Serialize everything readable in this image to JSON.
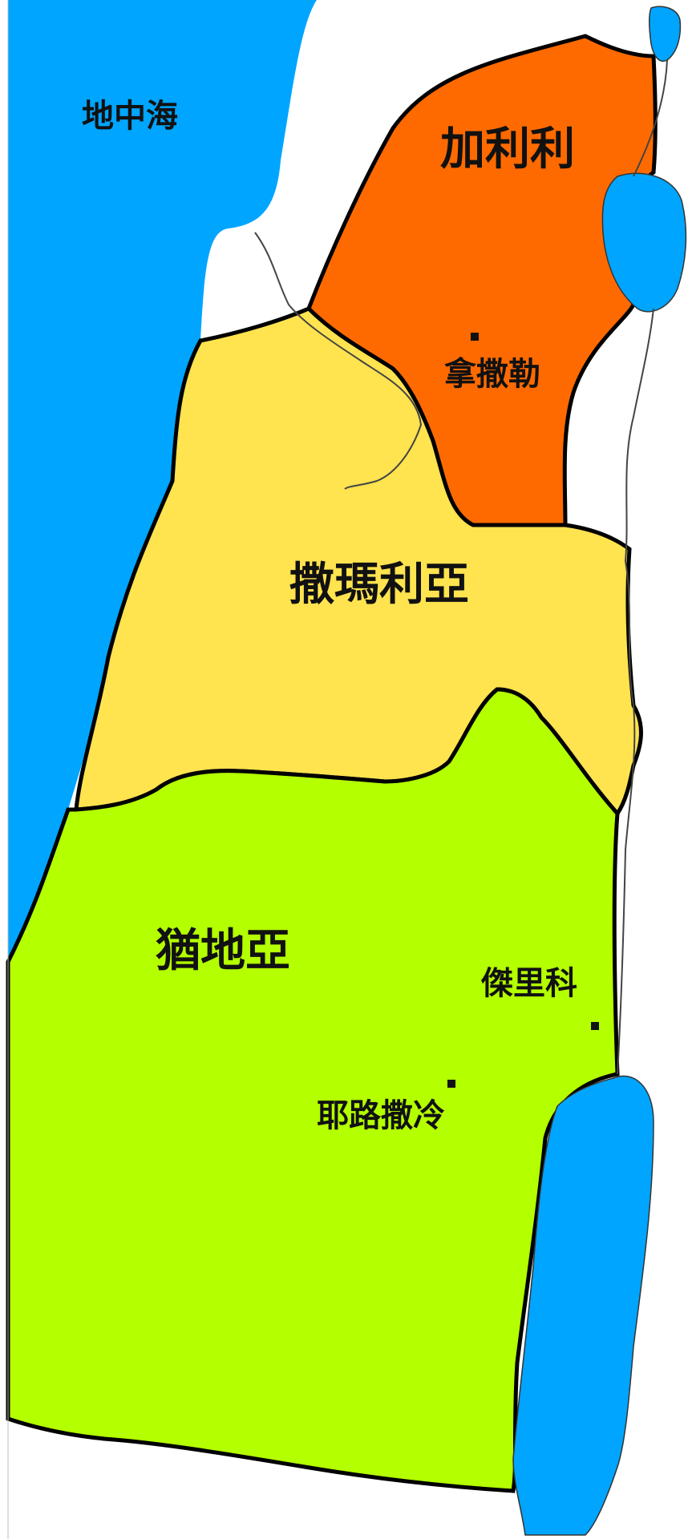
{
  "labels": {
    "sea": "地中海",
    "galilee": "加利利",
    "nazareth": "拿撒勒",
    "samaria": "撒瑪利亞",
    "judea": "猶地亞",
    "jericho": "傑里科",
    "jerusalem": "耶路撒冷"
  },
  "colors": {
    "water": "#00A5FF",
    "galilee": "#FF6A00",
    "samaria": "#FFE34F",
    "judea": "#B4FF00",
    "border": "#000000",
    "land": "#FFFFFF"
  }
}
